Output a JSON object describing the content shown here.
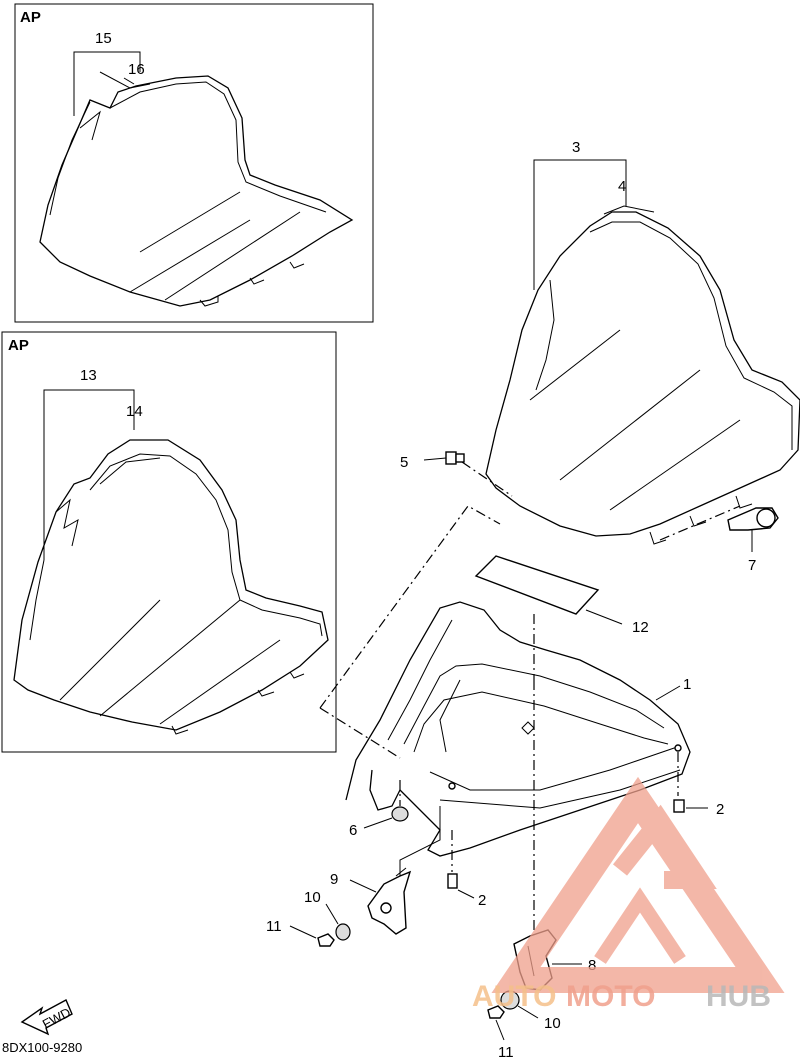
{
  "diagram": {
    "ap_label_top": "AP",
    "ap_label_mid": "AP",
    "callouts": {
      "c1": "1",
      "c2a": "2",
      "c2b": "2",
      "c3": "3",
      "c4": "4",
      "c5": "5",
      "c6": "6",
      "c7": "7",
      "c8": "8",
      "c9": "9",
      "c10a": "10",
      "c10b": "10",
      "c11a": "11",
      "c11b": "11",
      "c12": "12",
      "c13": "13",
      "c14": "14",
      "c15": "15",
      "c16": "16"
    },
    "fwd_label": "FWD",
    "drawing_code": "8DX100-9280"
  },
  "watermark": {
    "part_auto": "AUTO",
    "part_moto": "MOTO",
    "part_hub": "HUB",
    "colors": {
      "red": "#f0a08c",
      "orange": "#f5c08a",
      "gray": "#b8b8b8"
    }
  }
}
